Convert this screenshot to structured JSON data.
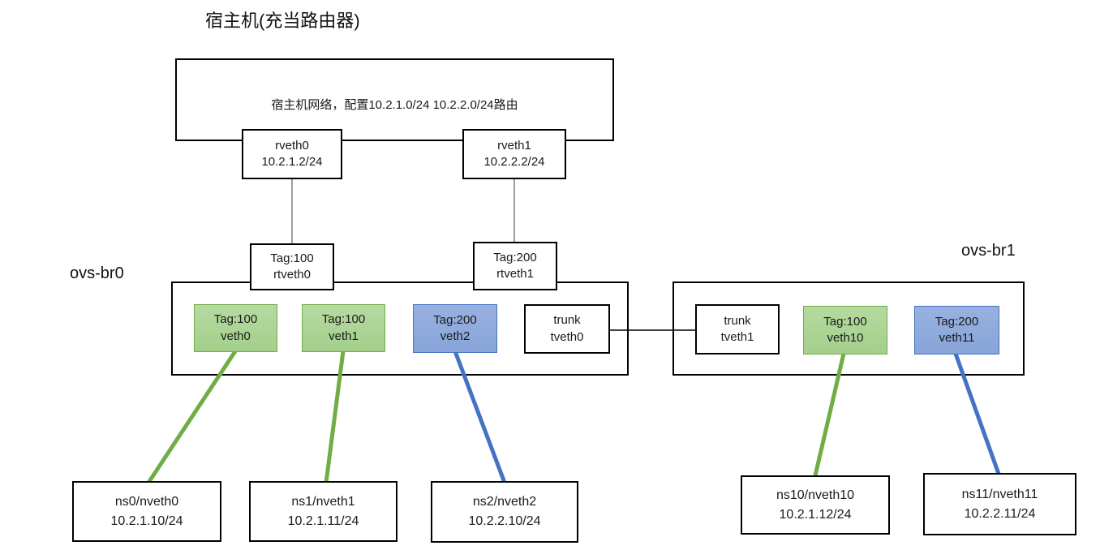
{
  "title": "宿主机(充当路由器)",
  "host": {
    "network_label": "宿主机网络，配置10.2.1.0/24  10.2.2.0/24路由",
    "ports": [
      {
        "name": "rveth0",
        "ip": "10.2.1.2/24"
      },
      {
        "name": "rveth1",
        "ip": "10.2.2.2/24"
      }
    ]
  },
  "bridges": [
    {
      "name": "ovs-br0",
      "uplinks": [
        {
          "tag": "Tag:100",
          "name": "rtveth0"
        },
        {
          "tag": "Tag:200",
          "name": "rtveth1"
        }
      ],
      "ports": [
        {
          "tag": "Tag:100",
          "name": "veth0",
          "vlan": "100"
        },
        {
          "tag": "Tag:100",
          "name": "veth1",
          "vlan": "100"
        },
        {
          "tag": "Tag:200",
          "name": "veth2",
          "vlan": "200"
        },
        {
          "tag": "trunk",
          "name": "tveth0",
          "vlan": "trunk"
        }
      ]
    },
    {
      "name": "ovs-br1",
      "ports": [
        {
          "tag": "trunk",
          "name": "tveth1",
          "vlan": "trunk"
        },
        {
          "tag": "Tag:100",
          "name": "veth10",
          "vlan": "100"
        },
        {
          "tag": "Tag:200",
          "name": "veth11",
          "vlan": "200"
        }
      ]
    }
  ],
  "namespaces": [
    {
      "name": "ns0/nveth0",
      "ip": "10.2.1.10/24"
    },
    {
      "name": "ns1/nveth1",
      "ip": "10.2.1.11/24"
    },
    {
      "name": "ns2/nveth2",
      "ip": "10.2.2.10/24"
    },
    {
      "name": "ns10/nveth10",
      "ip": "10.2.1.12/24"
    },
    {
      "name": "ns11/nveth11",
      "ip": "10.2.2.11/24"
    }
  ],
  "colors": {
    "vlan100_fill": "#a9d18e",
    "vlan100_stroke": "#70ad47",
    "vlan200_fill": "#8faadc",
    "vlan200_stroke": "#4472c4",
    "wire_gray": "#7f7f7f",
    "wire_black": "#000000"
  }
}
